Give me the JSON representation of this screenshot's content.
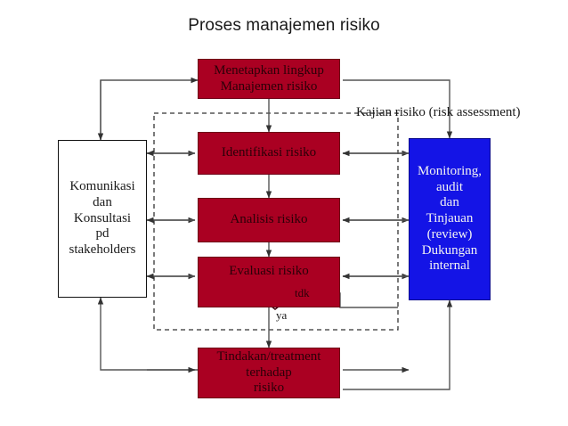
{
  "title": "Proses manajemen risiko",
  "nodes": {
    "scope": {
      "lines": [
        "Menetapkan lingkup",
        "Manajemen risiko"
      ],
      "color": "#aa0022"
    },
    "identification": {
      "lines": [
        "Identifikasi risiko"
      ],
      "color": "#aa0022"
    },
    "analysis": {
      "lines": [
        "Analisis risiko"
      ],
      "color": "#aa0022"
    },
    "evaluation": {
      "lines": [
        "Evaluasi risiko"
      ],
      "color": "#aa0022"
    },
    "treatment": {
      "lines": [
        "Tindakan/treatment",
        "terhadap",
        "risiko"
      ],
      "color": "#aa0022"
    },
    "communication": {
      "lines": [
        "Komunikasi",
        "dan",
        "Konsultasi",
        "pd",
        "stakeholders"
      ],
      "color": "#ffffff"
    },
    "monitoring": {
      "lines": [
        "Monitoring,",
        "audit",
        "dan",
        "Tinjauan",
        "(review)",
        "Dukungan",
        "internal"
      ],
      "color": "#1414e6"
    }
  },
  "labels": {
    "assessment_group": "Kajian risiko (risk assessment)",
    "decision_no": "tdk",
    "decision_yes": "ya"
  }
}
